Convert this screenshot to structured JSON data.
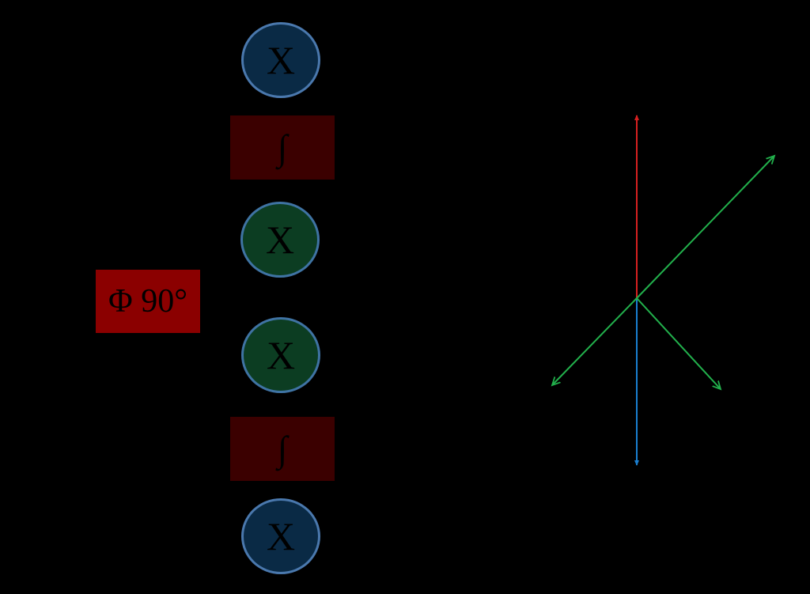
{
  "nodes": {
    "mixer_1": {
      "label": "X",
      "color": "#0a2a45"
    },
    "integrator_1": {
      "label": "∫",
      "color": "#3b0000"
    },
    "mixer_2": {
      "label": "X",
      "color": "#0c3d22"
    },
    "mixer_3": {
      "label": "X",
      "color": "#0c3d22"
    },
    "integrator_2": {
      "label": "∫",
      "color": "#3b0000"
    },
    "mixer_4": {
      "label": "X",
      "color": "#0a2a45"
    },
    "phase_shift": {
      "label": "Φ 90°",
      "color": "#8b0000"
    }
  },
  "vector_colors": {
    "up": "#d62020",
    "down": "#1a7fd0",
    "diagonals": "#22b04c"
  }
}
